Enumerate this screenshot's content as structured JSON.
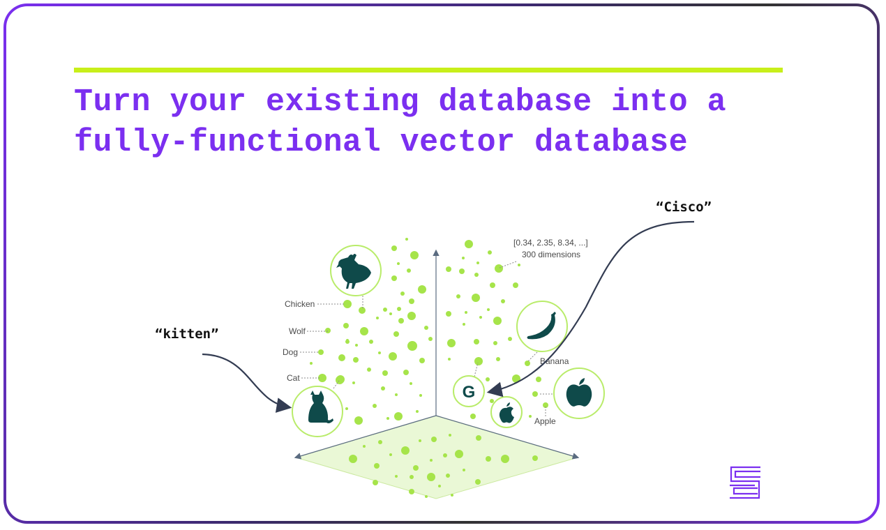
{
  "slide": {
    "title_line1": "Turn your existing database into a",
    "title_line2": "fully-functional vector database",
    "accent_color": "#c8ef1a",
    "title_color": "#7b2ff0"
  },
  "callouts": {
    "kitten": "“kitten”",
    "cisco": "“Cisco”"
  },
  "diagram": {
    "labels": {
      "chicken": "Chicken",
      "wolf": "Wolf",
      "dog": "Dog",
      "cat": "Cat",
      "banana": "Banana",
      "apple": "Apple",
      "vector": "[0.34, 2.35, 8.34, ...]",
      "dimensions": "300 dimensions"
    },
    "icons": [
      "chicken-icon",
      "cat-icon",
      "banana-icon",
      "apple-icon",
      "google-icon",
      "apple-logo-icon"
    ],
    "dot_color": "#a6e44a",
    "icon_color": "#0f4a4a"
  },
  "logo": {
    "name": "brand-logo-icon",
    "color": "#7b2ff0"
  }
}
